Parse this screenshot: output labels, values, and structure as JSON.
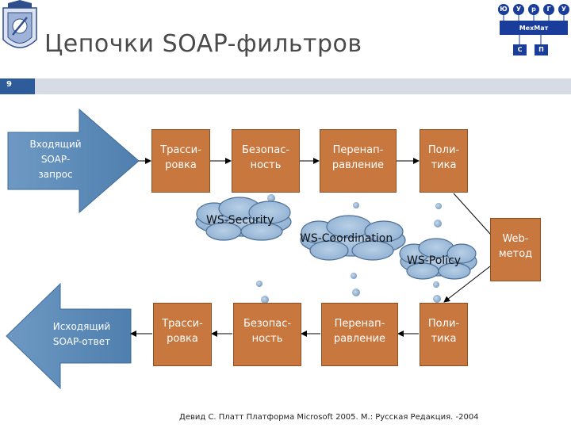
{
  "slide": {
    "title": "Цепочки SOAP-фильтров",
    "number": "9",
    "footer": "Девид С. Платт Платформа Microsoft 2005. М.: Русская Редакция. -2004"
  },
  "logo_right": {
    "letters": [
      "Ю",
      "У",
      "р",
      "Г",
      "У"
    ],
    "dept": "МехМат",
    "bottom_letters": [
      "С",
      "П"
    ]
  },
  "incoming": {
    "line1": "Входящий",
    "line2": "SOAP-",
    "line3": "запрос"
  },
  "outgoing": {
    "line1": "Исходящий",
    "line2": "SOAP-ответ"
  },
  "top_boxes": [
    {
      "line1": "Трасси-",
      "line2": "ровка"
    },
    {
      "line1": "Безопас-",
      "line2": "ность"
    },
    {
      "line1": "Перенап-",
      "line2": "равление"
    },
    {
      "line1": "Поли-",
      "line2": "тика"
    }
  ],
  "bottom_boxes": [
    {
      "line1": "Трасси-",
      "line2": "ровка"
    },
    {
      "line1": "Безопас-",
      "line2": "ность"
    },
    {
      "line1": "Перенап-",
      "line2": "равление"
    },
    {
      "line1": "Поли-",
      "line2": "тика"
    }
  ],
  "web_method": {
    "line1": "Web-",
    "line2": "метод"
  },
  "clouds": {
    "security": "WS-Security",
    "coordination": "WS-Coordination",
    "policy": "WS-Policy"
  }
}
